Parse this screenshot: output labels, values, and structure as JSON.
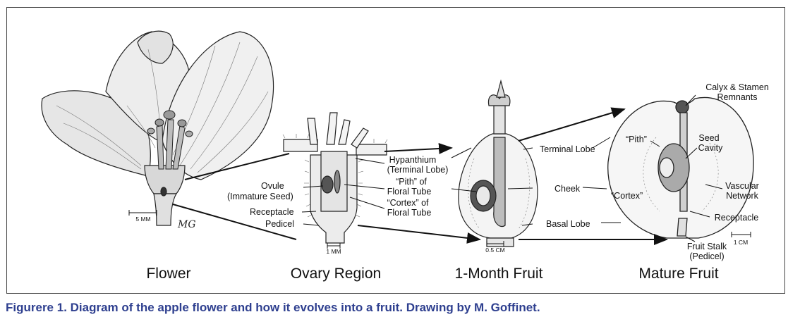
{
  "diagram": {
    "panels": [
      {
        "title": "Flower",
        "scale": "5 MM"
      },
      {
        "title": "Ovary Region",
        "scale": "1 MM"
      },
      {
        "title": "1-Month Fruit",
        "scale": "0.5 CM"
      },
      {
        "title": "Mature Fruit",
        "scale": "1 CM"
      }
    ],
    "labels": {
      "ovule_1": "Ovule",
      "ovule_2": "(Immature Seed)",
      "receptacle_ovary": "Receptacle",
      "pedicel": "Pedicel",
      "hypanthium_1": "Hypanthium",
      "hypanthium_2": "(Terminal Lobe)",
      "pith_floral_1": "“Pith” of",
      "pith_floral_2": "Floral Tube",
      "cortex_floral_1": "“Cortex” of",
      "cortex_floral_2": "Floral Tube",
      "terminal_lobe": "Terminal Lobe",
      "cheek": "Cheek",
      "basal_lobe": "Basal Lobe",
      "calyx_1": "Calyx & Stamen",
      "calyx_2": "Remnants",
      "pith_mature": "“Pith”",
      "seed_cavity_1": "Seed",
      "seed_cavity_2": "Cavity",
      "cortex_mature": "“Cortex”",
      "vascular_1": "Vascular",
      "vascular_2": "Network",
      "receptacle_mature": "Receptacle",
      "fruit_stalk_1": "Fruit Stalk",
      "fruit_stalk_2": "(Pedicel)"
    },
    "signature": "MG"
  },
  "caption": "Figurere 1. Diagram of the apple flower and how it evolves into a fruit.  Drawing by M.  Goffinet."
}
